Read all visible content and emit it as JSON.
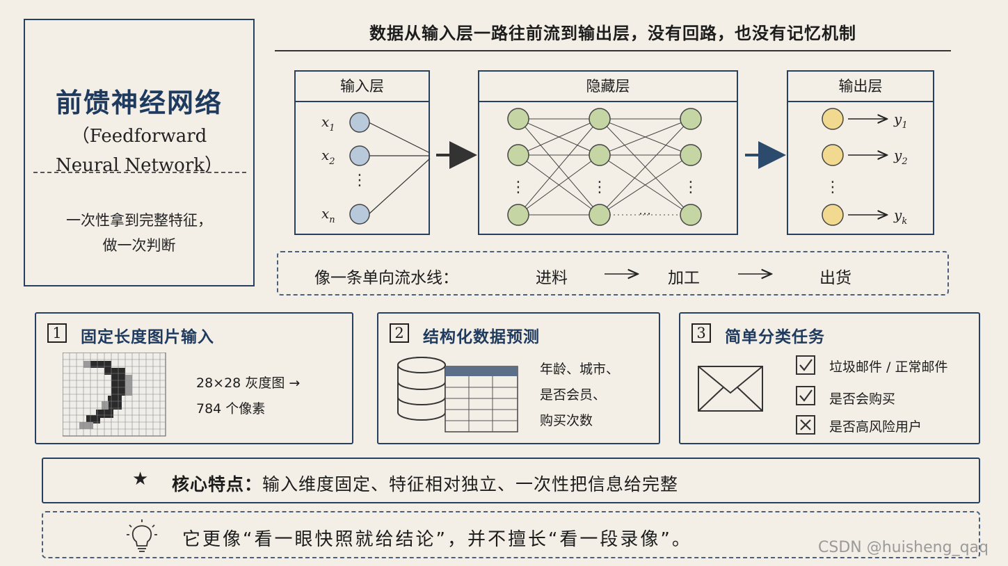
{
  "title_panel": {
    "title_cn": "前馈神经网络",
    "title_en_line1": "（Feedforward",
    "title_en_line2": "Neural Network）",
    "desc_line1": "一次性拿到完整特征，",
    "desc_line2": "做一次判断"
  },
  "headline": "数据从输入层一路往前流到输出层，没有回路，也没有记忆机制",
  "network": {
    "input_layer": {
      "label": "输入层",
      "nodes": [
        "x1",
        "x2",
        "xn"
      ]
    },
    "hidden_layer": {
      "label": "隐藏层"
    },
    "output_layer": {
      "label": "输出层",
      "nodes": [
        "y1",
        "y2",
        "yk"
      ]
    },
    "colors": {
      "input": "#b9c9dc",
      "hidden": "#c5d6a4",
      "output": "#f1d98f",
      "frame": "#27405e"
    }
  },
  "pipeline": {
    "label": "像一条单向流水线：",
    "steps": [
      "进料",
      "加工",
      "出货"
    ]
  },
  "cards": [
    {
      "num": "1",
      "title": "固定长度图片输入",
      "text_line1": "28×28 灰度图 →",
      "text_line2": "784 个像素"
    },
    {
      "num": "2",
      "title": "结构化数据预测",
      "text_line1": "年龄、城市、",
      "text_line2": "是否会员、",
      "text_line3": "购买次数"
    },
    {
      "num": "3",
      "title": "简单分类任务",
      "checks": [
        {
          "label": "垃圾邮件 / 正常邮件",
          "state": "checked"
        },
        {
          "label": "是否会购买",
          "state": "checked"
        },
        {
          "label": "是否高风险用户",
          "state": "crossed"
        }
      ]
    }
  ],
  "core": {
    "label": "核心特点：",
    "text": "输入维度固定、特征相对独立、一次性把信息给完整"
  },
  "tip": {
    "text": "它更像“看一眼快照就给结论”，并不擅长“看一段录像”。"
  },
  "watermark": "CSDN @huisheng_qaq"
}
